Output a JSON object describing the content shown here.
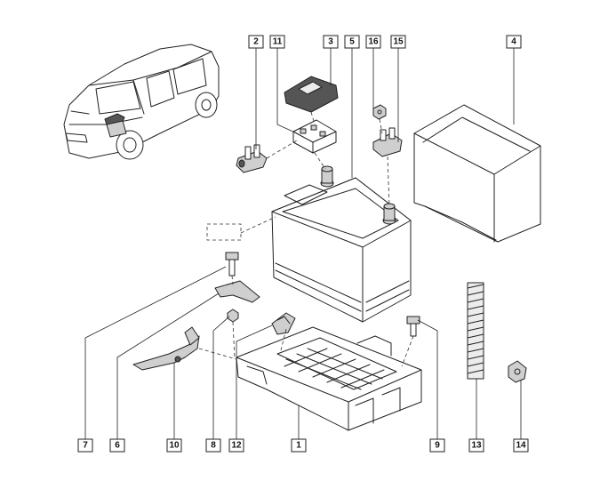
{
  "diagram": {
    "labels": [
      "2",
      "11",
      "3",
      "5",
      "16",
      "15",
      "4",
      "7",
      "6",
      "10",
      "8",
      "12",
      "1",
      "9",
      "13",
      "14"
    ],
    "icons": {
      "car": "car-illustration-icon",
      "battery": "car-battery-icon"
    }
  }
}
